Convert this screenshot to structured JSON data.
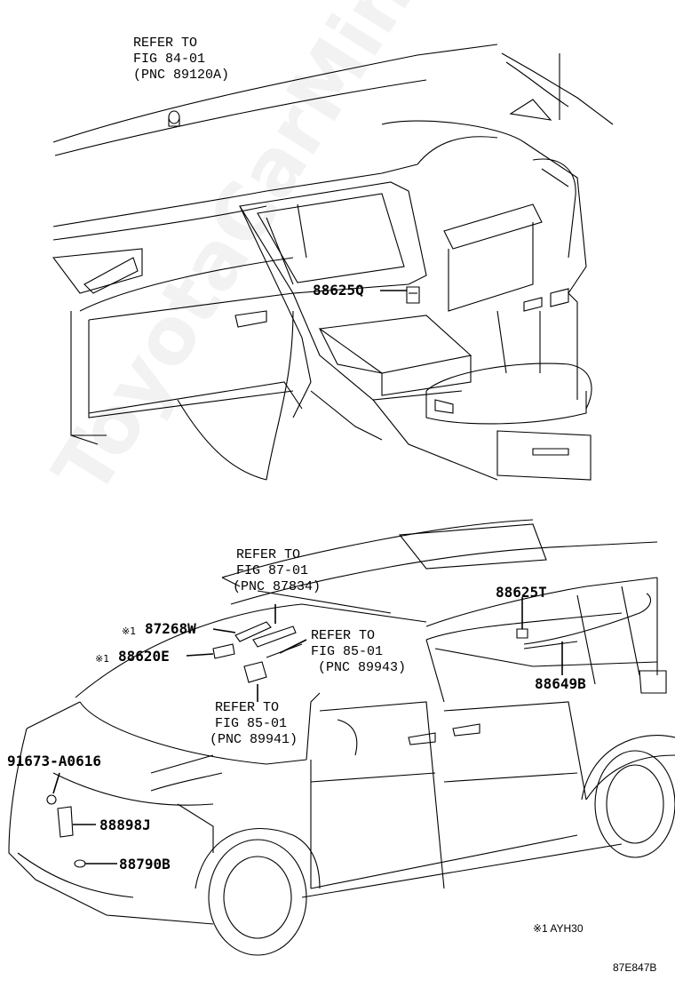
{
  "watermark": "ToyotaCarMine.ru",
  "top": {
    "ref1": {
      "l1": "REFER TO",
      "l2": "FIG 84-01",
      "l3": "(PNC 89120A)"
    },
    "part_88625Q": "88625Q"
  },
  "bottom": {
    "ref_87": {
      "l1": "REFER TO",
      "l2": "FIG 87-01",
      "l3": "(PNC 87834)"
    },
    "ref_85a": {
      "l1": "REFER TO",
      "l2": "FIG 85-01",
      "l3": "(PNC 89943)"
    },
    "ref_85b": {
      "l1": "REFER TO",
      "l2": "FIG 85-01",
      "l3": "(PNC 89941)"
    },
    "mark": "※1",
    "part_87268W": "87268W",
    "part_88620E": "88620E",
    "part_88625T": "88625T",
    "part_88649B": "88649B",
    "part_91673": "91673-A0616",
    "part_88898J": "88898J",
    "part_88790B": "88790B",
    "footnote": "※1 AYH30",
    "figure_code": "87E847B"
  }
}
